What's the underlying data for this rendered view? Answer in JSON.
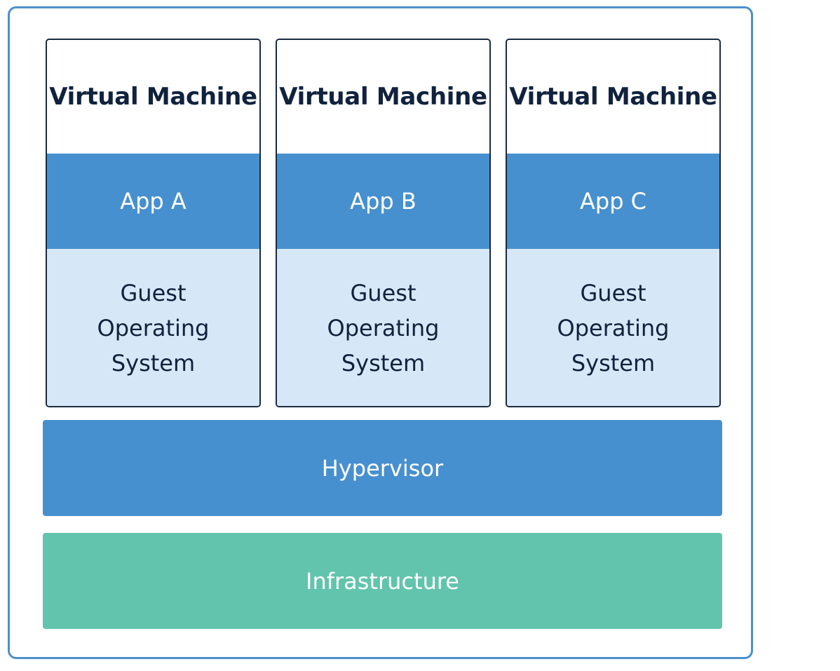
{
  "virtual_machines": [
    {
      "title": "Virtual Machine",
      "app": "App A",
      "guest_os": "Guest\nOperating\nSystem"
    },
    {
      "title": "Virtual Machine",
      "app": "App B",
      "guest_os": "Guest\nOperating\nSystem"
    },
    {
      "title": "Virtual Machine",
      "app": "App C",
      "guest_os": "Guest\nOperating\nSystem"
    }
  ],
  "layers": {
    "hypervisor": "Hypervisor",
    "infrastructure": "Infrastructure"
  },
  "colors": {
    "frame_border": "#4d8fcc",
    "app_blue": "#4790cf",
    "guest_os_light_blue": "#d6e8f7",
    "infrastructure_green": "#62c4ad",
    "text_dark": "#10223d"
  }
}
